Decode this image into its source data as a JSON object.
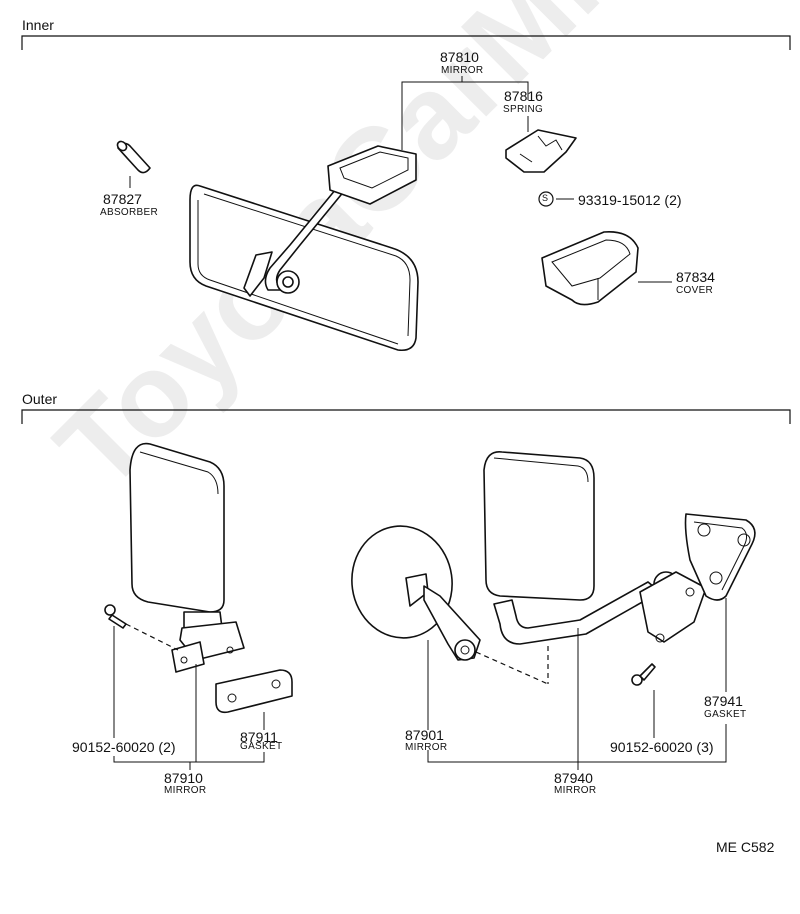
{
  "sections": {
    "inner": "Inner",
    "outer": "Outer"
  },
  "inner_parts": {
    "mirror": {
      "number": "87810",
      "name": "MIRROR"
    },
    "spring": {
      "number": "87816",
      "name": "SPRING"
    },
    "absorber": {
      "number": "87827",
      "name": "ABSORBER"
    },
    "screw": {
      "symbol": "S",
      "number": "93319-15012 (2)"
    },
    "cover": {
      "number": "87834",
      "name": "COVER"
    }
  },
  "outer_parts": {
    "bolt_left": {
      "number": "90152-60020 (2)"
    },
    "gasket_left": {
      "number": "87911",
      "name": "GASKET"
    },
    "mirror_left": {
      "number": "87910",
      "name": "MIRROR"
    },
    "mirror_round": {
      "number": "87901",
      "name": "MIRROR"
    },
    "bolt_right": {
      "number": "90152-60020 (3)"
    },
    "mirror_right": {
      "number": "87940",
      "name": "MIRROR"
    },
    "gasket_right": {
      "number": "87941",
      "name": "GASKET"
    }
  },
  "diagram_code": "ME  C582",
  "watermark": "ToyotaCarMine.ru"
}
